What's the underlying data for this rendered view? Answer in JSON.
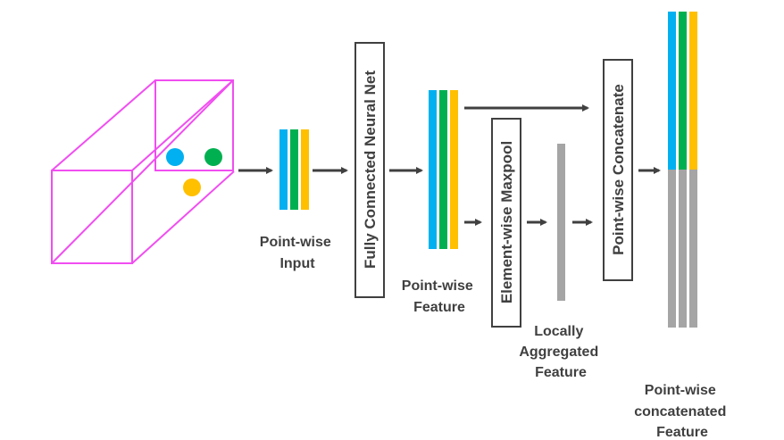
{
  "colors": {
    "cube": "#f04ef0",
    "blue": "#00b0f0",
    "green": "#00b050",
    "yellow": "#ffc000",
    "gray": "#a5a5a5",
    "arrow": "#404040",
    "text": "#404040"
  },
  "input_cube": {
    "points": [
      {
        "name": "blue-point",
        "color": "blue"
      },
      {
        "name": "green-point",
        "color": "green"
      },
      {
        "name": "yellow-point",
        "color": "yellow"
      }
    ]
  },
  "labels": {
    "pointwise_input": [
      "Point-wise",
      "Input"
    ],
    "pointwise_feature": [
      "Point-wise",
      "Feature"
    ],
    "locally_aggregated": [
      "Locally",
      "Aggregated",
      "Feature"
    ],
    "pointwise_concat_feature": [
      "Point-wise",
      "concatenated",
      "Feature"
    ]
  },
  "boxes": {
    "fcnn": "Fully Connected Neural Net",
    "maxpool": "Element-wise Maxpool",
    "concat": "Point-wise Concatenate"
  }
}
